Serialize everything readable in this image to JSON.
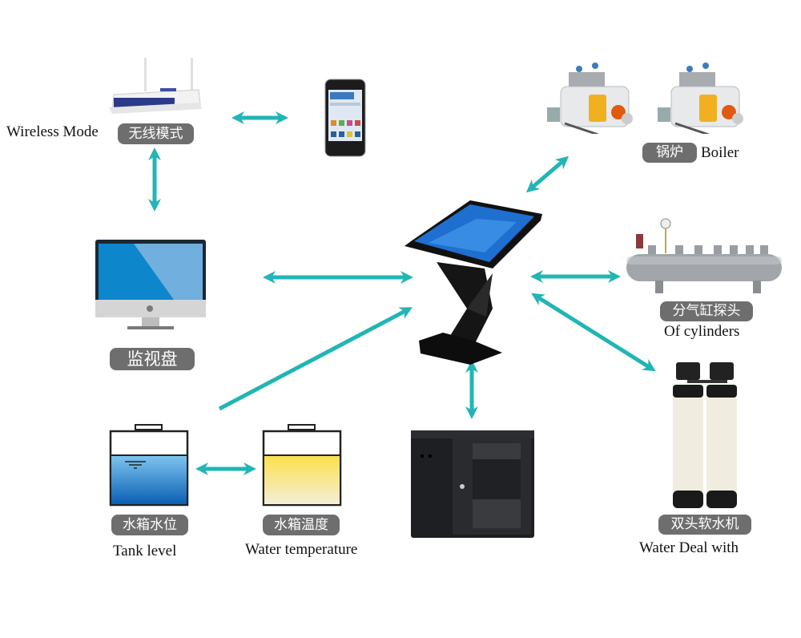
{
  "diagram": {
    "arrow_color": "#22b5b5",
    "tag_color": "#6e6e6e",
    "nodes": {
      "wireless": {
        "en": "Wireless Mode",
        "zh": "无线模式"
      },
      "phone": {
        "icon": "smartphone-icon"
      },
      "monitor": {
        "zh": "监视盘"
      },
      "kiosk": {
        "icon": "touch-kiosk-icon"
      },
      "boiler": {
        "zh": "锅炉",
        "en": "Boiler"
      },
      "cylinder": {
        "zh": "分气缸探头",
        "en": "Of cylinders"
      },
      "softener": {
        "zh": "双头软水机",
        "en": "Water Deal with"
      },
      "cabinet": {
        "icon": "server-cabinet-icon"
      },
      "tank_level": {
        "zh": "水箱水位",
        "en": "Tank level"
      },
      "water_temp": {
        "zh": "水箱温度",
        "en": "Water temperature"
      }
    },
    "connections": [
      {
        "from": "wireless",
        "to": "phone",
        "type": "bidirectional"
      },
      {
        "from": "wireless",
        "to": "monitor",
        "type": "bidirectional"
      },
      {
        "from": "monitor",
        "to": "kiosk",
        "type": "bidirectional"
      },
      {
        "from": "tank_level",
        "to": "kiosk",
        "type": "to"
      },
      {
        "from": "tank_level",
        "to": "water_temp",
        "type": "bidirectional"
      },
      {
        "from": "kiosk",
        "to": "cabinet",
        "type": "bidirectional"
      },
      {
        "from": "kiosk",
        "to": "boiler",
        "type": "bidirectional"
      },
      {
        "from": "kiosk",
        "to": "cylinder",
        "type": "bidirectional"
      },
      {
        "from": "kiosk",
        "to": "softener",
        "type": "bidirectional"
      }
    ]
  }
}
